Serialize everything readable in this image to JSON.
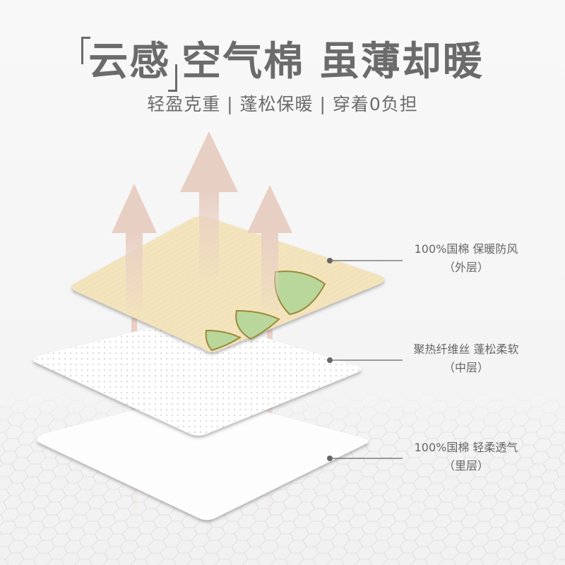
{
  "header": {
    "title_bracket": "云感",
    "title_rest": "空气棉 虽薄却暖",
    "subtitle": "轻盈克重 | 蓬松保暖 | 穿着0负担"
  },
  "layers": [
    {
      "id": "outer",
      "label": "100%国棉 保暖防风",
      "sublabel": "（外层）",
      "color": "#f3e4bd",
      "pattern_color": "#b8a05a",
      "leaf_color": "#b9d79a"
    },
    {
      "id": "middle",
      "label": "聚热纤维丝 蓬松柔软",
      "sublabel": "（中层）",
      "color": "#ffffff",
      "pattern": "dots"
    },
    {
      "id": "inner",
      "label": "100%国棉 轻柔透气",
      "sublabel": "（里层）",
      "color": "#ffffff",
      "pattern": "plain"
    }
  ],
  "arrows": {
    "color": "#e8cfc4",
    "count": 3
  },
  "colors": {
    "text": "#6b6b6b",
    "leader": "#666666",
    "background": "#f7f7f7"
  }
}
